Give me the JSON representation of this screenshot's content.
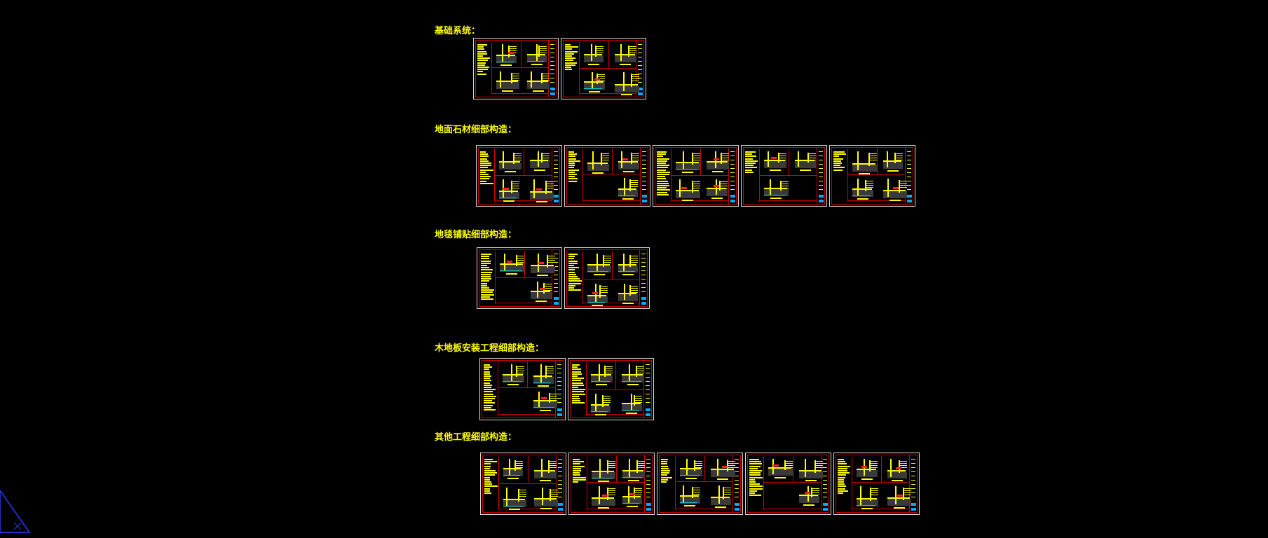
{
  "drawing": {
    "background_color": "#000000",
    "accent_colors": {
      "label": "#ffff00",
      "frame": "#cc0000",
      "border": "#d8d8d8",
      "highlight": "#00cccc",
      "ucs": "#2a3cff"
    }
  },
  "sections": [
    {
      "label": "基础系统：",
      "sheet_count": 2
    },
    {
      "label": "地面石材细部构造：",
      "sheet_count": 5
    },
    {
      "label": "地毯铺贴细部构造：",
      "sheet_count": 2
    },
    {
      "label": "木地板安装工程细部构造：",
      "sheet_count": 2
    },
    {
      "label": "其他工程细部构造：",
      "sheet_count": 5
    }
  ],
  "ucs_icon": "ucs-triangle-icon"
}
